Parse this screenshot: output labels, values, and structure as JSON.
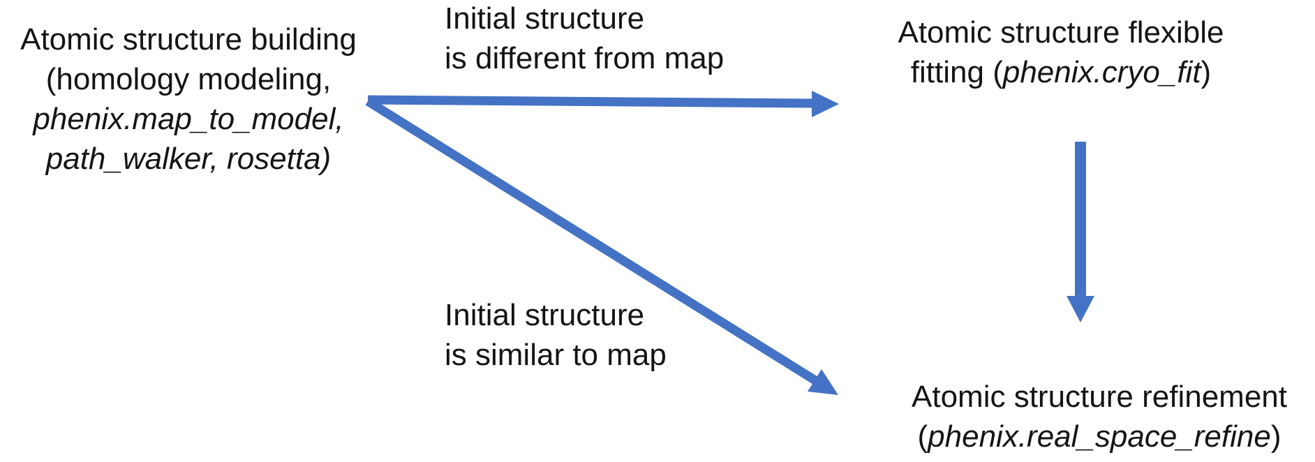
{
  "colors": {
    "background": "#ffffff",
    "text": "#141414",
    "arrow": "#4472C4"
  },
  "nodes": {
    "building": {
      "line1": "Atomic structure building",
      "line2": "(homology modeling,",
      "line3": "phenix.map_to_model,",
      "line4": "path_walker, rosetta)"
    },
    "fitting": {
      "line1": "Atomic structure flexible",
      "line2_prefix": "fitting (",
      "line2_tool": "phenix.cryo_fit",
      "line2_suffix": ")"
    },
    "refinement": {
      "line1": "Atomic structure refinement",
      "line2_prefix": "(",
      "line2_tool": "phenix.real_space_refine",
      "line2_suffix": ")"
    }
  },
  "edge_labels": {
    "different": {
      "line1": "Initial structure",
      "line2": "is different from map"
    },
    "similar": {
      "line1": "Initial structure",
      "line2": "is similar to map"
    }
  },
  "arrows": [
    {
      "from": "building",
      "to": "fitting"
    },
    {
      "from": "building",
      "to": "refinement"
    },
    {
      "from": "fitting",
      "to": "refinement"
    }
  ]
}
